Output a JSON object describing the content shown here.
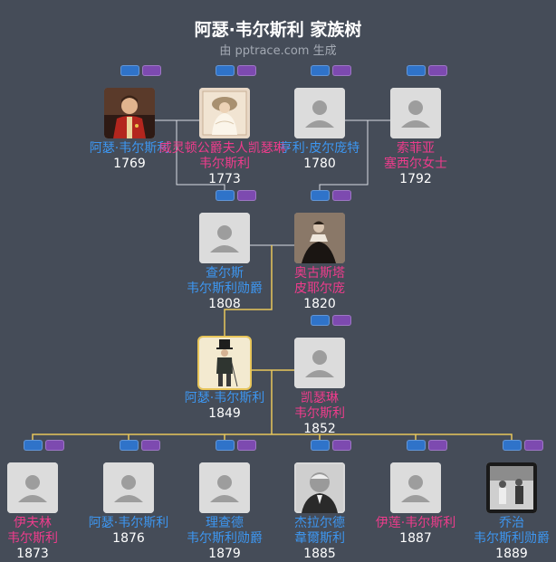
{
  "header": {
    "title": "阿瑟·韦尔斯利 家族树",
    "subtitle": "由 pptrace.com 生成"
  },
  "colors": {
    "male_name": "#3d96f0",
    "female_name": "#ee3c8c",
    "line": "#e8c65a",
    "line_plain": "#d9dde3"
  },
  "people": [
    {
      "id": "p1",
      "name": [
        "阿瑟·韦尔斯利"
      ],
      "gender": "m",
      "year": "1769",
      "photo": "portrait-uniform"
    },
    {
      "id": "p2",
      "name": [
        "威灵顿公爵夫人凯瑟琳·",
        "韦尔斯利"
      ],
      "gender": "f",
      "year": "1773",
      "photo": "portrait-lady"
    },
    {
      "id": "p3",
      "name": [
        "亨利·皮尔庞特"
      ],
      "gender": "m",
      "year": "1780",
      "photo": "placeholder"
    },
    {
      "id": "p4",
      "name": [
        "索菲亚",
        "塞西尔女士"
      ],
      "gender": "f",
      "year": "1792",
      "photo": "placeholder"
    },
    {
      "id": "p5",
      "name": [
        "查尔斯",
        "韦尔斯利勋爵"
      ],
      "gender": "m",
      "year": "1808",
      "photo": "placeholder"
    },
    {
      "id": "p6",
      "name": [
        "奥古斯塔",
        "皮耶尔庞"
      ],
      "gender": "f",
      "year": "1820",
      "photo": "portrait-gown"
    },
    {
      "id": "p7",
      "name": [
        "阿瑟·韦尔斯利"
      ],
      "gender": "m",
      "year": "1849",
      "photo": "portrait-tophat",
      "selected": true
    },
    {
      "id": "p8",
      "name": [
        "凯瑟琳",
        "韦尔斯利"
      ],
      "gender": "f",
      "year": "1852",
      "photo": "placeholder"
    },
    {
      "id": "p9",
      "name": [
        "伊夫林",
        "韦尔斯利"
      ],
      "gender": "f",
      "year": "1873",
      "photo": "placeholder"
    },
    {
      "id": "p10",
      "name": [
        "阿瑟·韦尔斯利"
      ],
      "gender": "m",
      "year": "1876",
      "photo": "placeholder"
    },
    {
      "id": "p11",
      "name": [
        "理查德",
        "韦尔斯利勋爵"
      ],
      "gender": "m",
      "year": "1879",
      "photo": "placeholder"
    },
    {
      "id": "p12",
      "name": [
        "杰拉尔德",
        "韋爾斯利"
      ],
      "gender": "m",
      "year": "1885",
      "photo": "portrait-elder"
    },
    {
      "id": "p13",
      "name": [
        "伊莲·韦尔斯利"
      ],
      "gender": "f",
      "year": "1887",
      "photo": "placeholder"
    },
    {
      "id": "p14",
      "name": [
        "乔治",
        "韦尔斯利勋爵"
      ],
      "gender": "m",
      "year": "1889",
      "photo": "portrait-group"
    }
  ]
}
